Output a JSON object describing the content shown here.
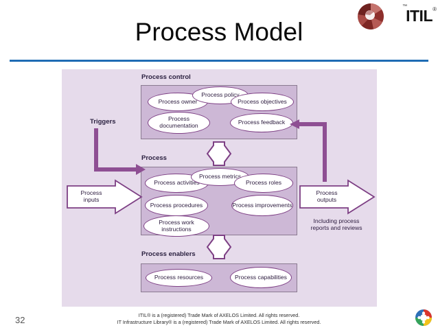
{
  "slide": {
    "title": "Process Model",
    "page_number": "32",
    "rule_color": "#1f6cb4"
  },
  "brand": {
    "itil_wordmark": "ITIL",
    "itil_trademark": "®",
    "itil_tm_small": "™",
    "logo_icon": "itil-swirl-logo",
    "axelos_icon": "axelos-circle-logo",
    "logo_color": "#8c2f2f"
  },
  "diagram": {
    "name": "itil-process-model",
    "panel_bg": "#e6dbeb",
    "box_bg": "#cdb8d6",
    "accent": "#8e4f93",
    "ellipse_border": "#7d3f84",
    "sections": [
      {
        "id": "process-control",
        "label": "Process control",
        "nodes": [
          "Process owner",
          "Process policy",
          "Process objectives",
          "Process documentation",
          "Process feedback"
        ]
      },
      {
        "id": "process",
        "label": "Process",
        "nodes": [
          "Process activities",
          "Process metrics",
          "Process roles",
          "Process procedures",
          "Process improvements",
          "Process work instructions"
        ]
      },
      {
        "id": "process-enablers",
        "label": "Process enablers",
        "nodes": [
          "Process resources",
          "Process capabilities"
        ]
      }
    ],
    "triggers_label": "Triggers",
    "inputs_label": "Process\ninputs",
    "inputs_label_line1": "Process",
    "inputs_label_line2": "inputs",
    "outputs_label_line1": "Process",
    "outputs_label_line2": "outputs",
    "outputs_note_line1": "Including process",
    "outputs_note_line2": "reports and reviews"
  },
  "footer": {
    "legal_line1": "ITIL® is a (registered) Trade Mark of AXELOS Limited. All rights reserved.",
    "legal_line2": "IT Infrastructure Library® is a (registered) Trade Mark of AXELOS Limited. All rights reserved."
  }
}
